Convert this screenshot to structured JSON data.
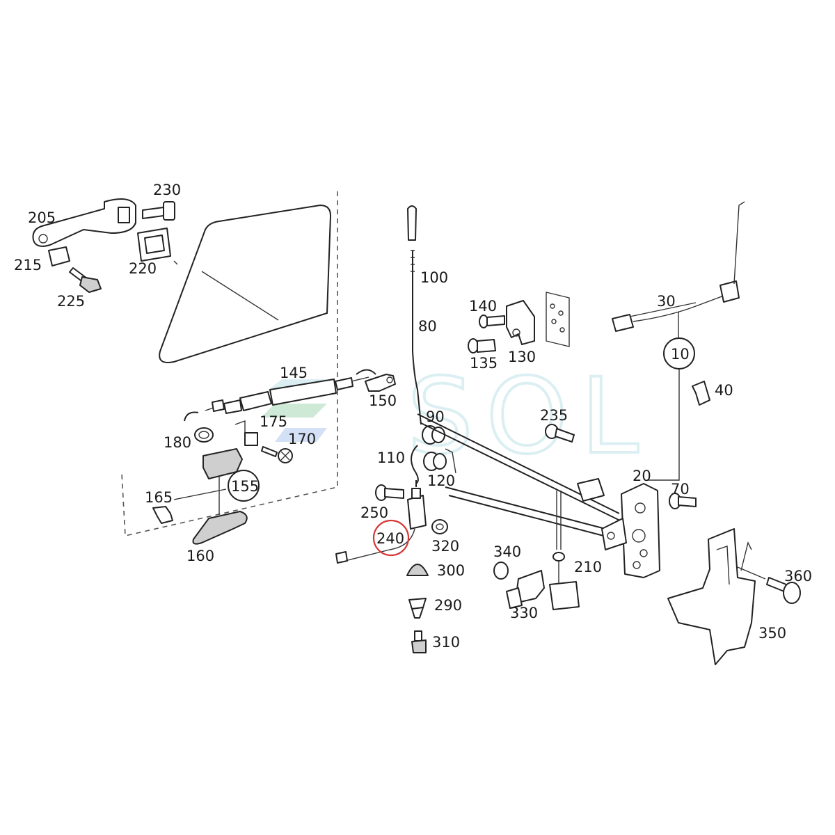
{
  "watermark": {
    "text": "SOL"
  },
  "callouts": {
    "highlight_color": "#d93636",
    "items": [
      {
        "id": "c205",
        "text": "205"
      },
      {
        "id": "c230",
        "text": "230"
      },
      {
        "id": "c215",
        "text": "215"
      },
      {
        "id": "c220",
        "text": "220"
      },
      {
        "id": "c225",
        "text": "225"
      },
      {
        "id": "c100",
        "text": "100"
      },
      {
        "id": "c80",
        "text": "80"
      },
      {
        "id": "c140",
        "text": "140"
      },
      {
        "id": "c135",
        "text": "135"
      },
      {
        "id": "c130",
        "text": "130"
      },
      {
        "id": "c30",
        "text": "30"
      },
      {
        "id": "c10",
        "text": "10"
      },
      {
        "id": "c40",
        "text": "40"
      },
      {
        "id": "c145",
        "text": "145"
      },
      {
        "id": "c150",
        "text": "150"
      },
      {
        "id": "c175",
        "text": "175"
      },
      {
        "id": "c170",
        "text": "170"
      },
      {
        "id": "c180",
        "text": "180"
      },
      {
        "id": "c90",
        "text": "90"
      },
      {
        "id": "c235",
        "text": "235"
      },
      {
        "id": "c110",
        "text": "110"
      },
      {
        "id": "c120",
        "text": "120"
      },
      {
        "id": "c155",
        "text": "155"
      },
      {
        "id": "c165",
        "text": "165"
      },
      {
        "id": "c160",
        "text": "160"
      },
      {
        "id": "c250",
        "text": "250"
      },
      {
        "id": "c240",
        "text": "240"
      },
      {
        "id": "c320",
        "text": "320"
      },
      {
        "id": "c20",
        "text": "20"
      },
      {
        "id": "c70",
        "text": "70"
      },
      {
        "id": "c340",
        "text": "340"
      },
      {
        "id": "c210",
        "text": "210"
      },
      {
        "id": "c300",
        "text": "300"
      },
      {
        "id": "c330",
        "text": "330"
      },
      {
        "id": "c290",
        "text": "290"
      },
      {
        "id": "c310",
        "text": "310"
      },
      {
        "id": "c360",
        "text": "360"
      },
      {
        "id": "c350",
        "text": "350"
      }
    ]
  }
}
